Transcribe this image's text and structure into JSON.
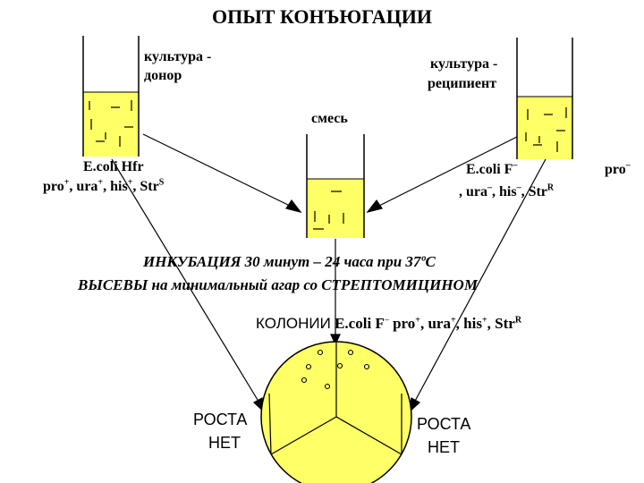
{
  "title": "ОПЫТ КОНЪЮГАЦИИ",
  "colors": {
    "medium": "#ffff66",
    "line": "#000000",
    "bacteria": "#000000"
  },
  "tubes": {
    "donor": {
      "label_line1": "культура -",
      "label_line2": "донор"
    },
    "recipient": {
      "label_line1": "культура -",
      "label_line2": "реципиент"
    },
    "mix": {
      "label": "смесь"
    }
  },
  "strains": {
    "donor": {
      "name": "E.coli Hfr",
      "markers": [
        {
          "gene": "pro",
          "sup": "+"
        },
        {
          "gene": "ura",
          "sup": "+"
        },
        {
          "gene": "his",
          "sup": "+"
        },
        {
          "gene": "Str",
          "sup": "S"
        }
      ]
    },
    "recipient": {
      "name": "E.coli F",
      "name_sup": "–",
      "markers": [
        {
          "gene": "pro",
          "sup": "–"
        },
        {
          "gene": "ura",
          "sup": "–"
        },
        {
          "gene": "his",
          "sup": "–"
        },
        {
          "gene": "Str",
          "sup": "R"
        }
      ]
    }
  },
  "incubation": {
    "line1": "ИНКУБАЦИЯ 30 минут – 24 часа при 37ºС",
    "line2": "ВЫСЕВЫ на минимальный агар со СТРЕПТОМИЦИНОМ"
  },
  "colonies": {
    "prefix": "КОЛОНИИ",
    "strain": "E.coli F",
    "strain_sup": "–",
    "markers": [
      {
        "gene": "pro",
        "sup": "+"
      },
      {
        "gene": "ura",
        "sup": "+"
      },
      {
        "gene": "his",
        "sup": "+"
      },
      {
        "gene": "Str",
        "sup": "R"
      }
    ]
  },
  "result_left": {
    "line1": "РОСТА",
    "line2": "НЕТ"
  },
  "result_right": {
    "line1": "РОСТА",
    "line2": "НЕТ"
  }
}
